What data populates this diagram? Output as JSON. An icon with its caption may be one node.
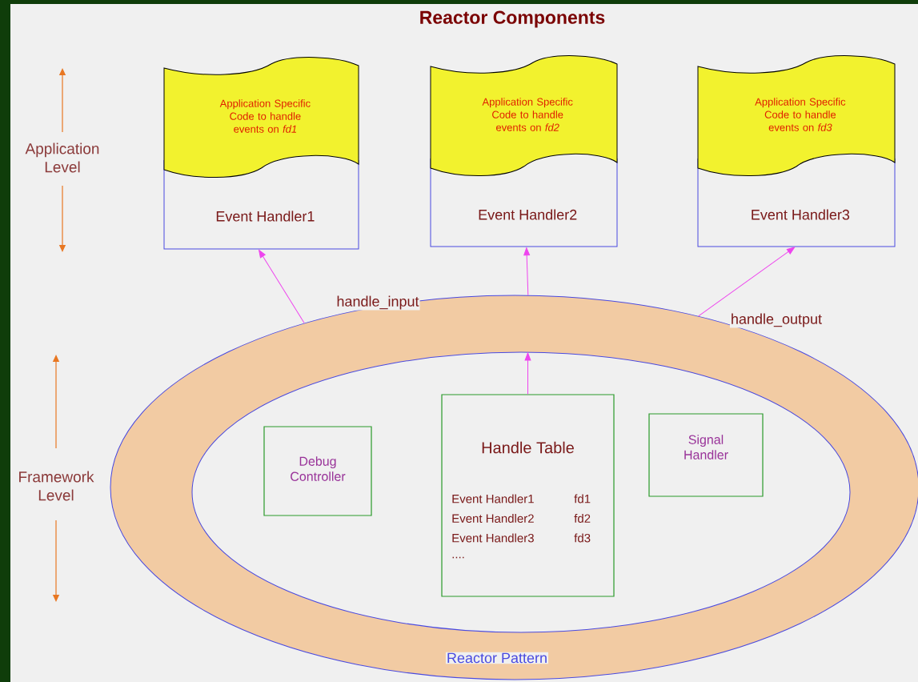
{
  "diagram": {
    "title": "Reactor Components",
    "nodes": [
      {
        "text": [
          "Application Specific Code to handle events on *fd1*",
          "Event Handler1"
        ]
      },
      {
        "text": [
          "Application Specific Code to handle events on *fd2*",
          "Event Handler2"
        ]
      },
      {
        "text": [
          "Application Specific Code to handle events on *fd3*",
          "Event Handler3"
        ]
      },
      {
        "text": [
          "Reactor Pattern"
        ]
      },
      {
        "text": [],
        "shape": "ellipse",
        "in": 3
      },
      {
        "text": [
          "Debug Controller"
        ],
        "in": 4
      },
      {
        "text": [
          "Handle Table",
          "Event Handler1",
          "fd1",
          "Event Handler2",
          "fd2",
          "Event Handler3",
          "fd3",
          "...."
        ],
        "in": 4
      },
      {
        "text": [
          "Signal Handler"
        ],
        "in": 4
      }
    ],
    "edges": [
      {
        "from": 3,
        "to": 0,
        "arrow": "to",
        "label": "handle_input"
      },
      {
        "from": 3,
        "to": 1,
        "arrow": "to"
      },
      {
        "from": 3,
        "to": 2,
        "arrow": "to",
        "label": "handle_output"
      },
      {
        "from": 6,
        "to": 4,
        "arrow": "to"
      }
    ],
    "labels": [
      "Application Level",
      "Framework Level"
    ]
  }
}
